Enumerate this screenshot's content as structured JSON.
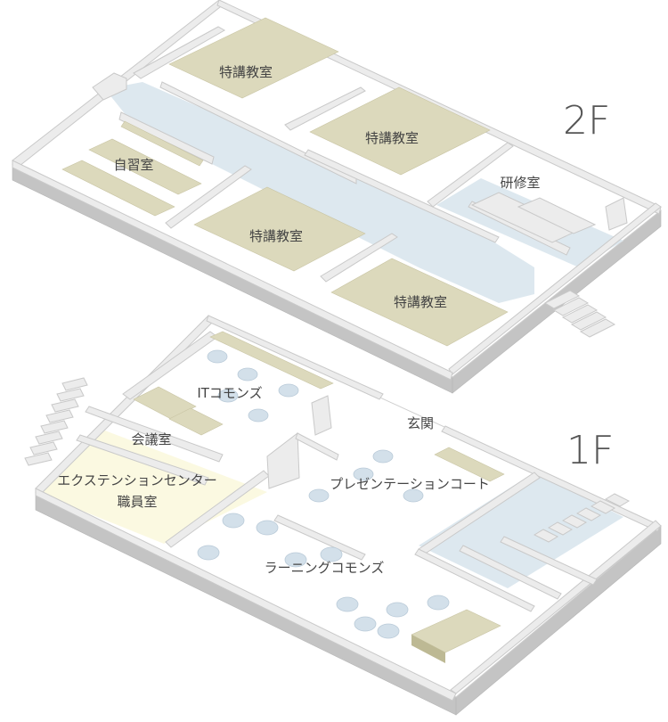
{
  "floors": {
    "upper": {
      "floor_label": "2F",
      "rooms": {
        "classroom_a": "特講教室",
        "classroom_b": "特講教室",
        "classroom_c": "特講教室",
        "classroom_d": "特講教室",
        "self_study": "自習室",
        "training": "研修室"
      }
    },
    "lower": {
      "floor_label": "1F",
      "rooms": {
        "it_commons": "ITコモンズ",
        "entrance": "玄関",
        "meeting_room": "会議室",
        "extension_center_line1": "エクステンションセンター",
        "extension_center_line2": "職員室",
        "presentation_court": "プレゼンテーションコート",
        "learning_commons": "ラーニングコモンズ"
      }
    }
  },
  "colors": {
    "floor": "#ffffff",
    "corridor": "#dde8ef",
    "wall_top": "#ececec",
    "wall_side": "#c4c4c4",
    "desk": "#dcd9bc",
    "office_highlight": "#fbf9e1",
    "round_table": "#d3e0ea"
  }
}
